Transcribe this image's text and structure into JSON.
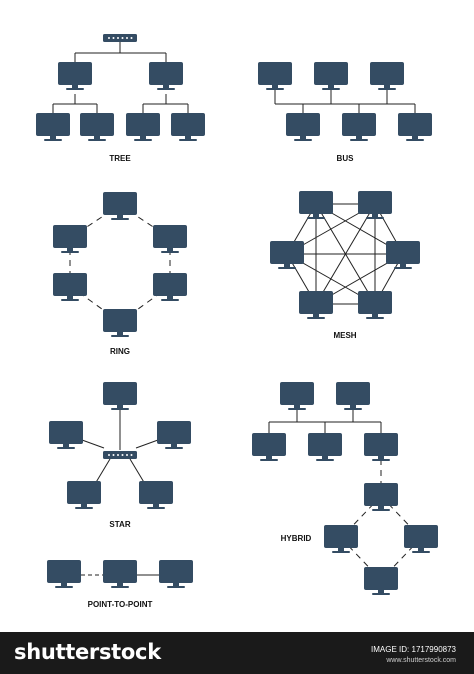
{
  "labels": {
    "tree": "TREE",
    "bus": "BUS",
    "ring": "RING",
    "mesh": "MESH",
    "star": "STAR",
    "hybrid": "HYBRID",
    "p2p": "POINT-TO-POINT"
  },
  "footer": {
    "brand": "shutterstock",
    "image_id": "IMAGE ID: 1717990873",
    "site": "www.shutterstock.com"
  },
  "colors": {
    "monitor": "#344c63",
    "line": "#222222",
    "footer_bg": "#1a1a1a"
  }
}
